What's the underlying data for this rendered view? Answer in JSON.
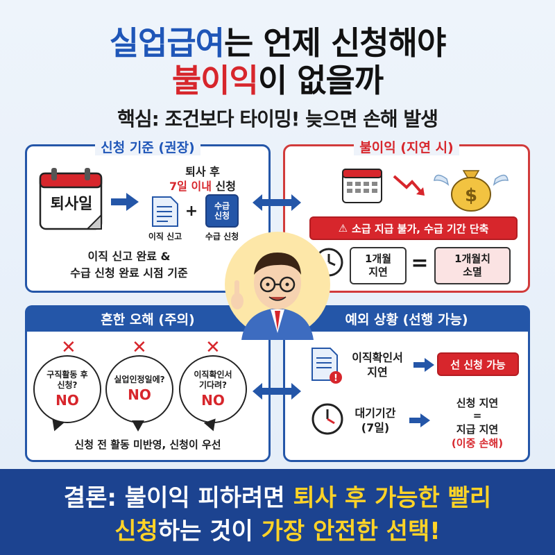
{
  "title": {
    "line1_part1": "실업급여",
    "line1_part2": "는 언제 신청해야",
    "line2_part1": "불이익",
    "line2_part2": "이 없을까",
    "subtitle": "핵심: 조건보다 타이밍! 늦으면 손해 발생"
  },
  "panel_standard": {
    "heading": "신청 기준 (권장)",
    "resign_day": "퇴사일",
    "deadline_line1": "퇴사 후",
    "deadline_highlight": "7일 이내",
    "deadline_suffix": "신청",
    "doc1_label": "이직 신고",
    "doc2_text": "수급\n신청",
    "doc2_label": "수급 신청",
    "plus": "+",
    "footer_line1": "이직 신고 완료 &",
    "footer_line2": "수급 신청 완료 시점 기준"
  },
  "panel_penalty": {
    "heading": "불이익 (지연 시)",
    "warning": "소급 지급 불가, 수급 기간 단축",
    "delay_box": "1개월\n지연",
    "equals": "=",
    "loss_box": "1개월치\n소멸",
    "money_sign": "$"
  },
  "panel_misconception": {
    "heading": "흔한 오해 (주의)",
    "bubbles": [
      {
        "text": "구직활동 후\n신청?",
        "no": "NO"
      },
      {
        "text": "실업인정일에?",
        "no": "NO"
      },
      {
        "text": "이직확인서\n기다려?",
        "no": "NO"
      }
    ],
    "footer": "신청 전 활동 미반영, 신청이 우선"
  },
  "panel_exception": {
    "heading": "예외 상황 (선행 가능)",
    "row1_label": "이직확인서\n지연",
    "row1_result": "선 신청 가능",
    "row2_label": "대기기간\n(7일)",
    "row2_result_line1": "신청 지연",
    "row2_result_eq": "=",
    "row2_result_line2": "지급 지연",
    "row2_result_note": "(이중 손해)"
  },
  "banner": {
    "line1_part1": "결론: 불이익 피하려면 ",
    "line1_part2": "퇴사 후 가능한 빨리",
    "line2_part1": "신청",
    "line2_part2": "하는 것이 ",
    "line2_part3": "가장 안전한 선택!"
  },
  "colors": {
    "primary_blue": "#2456a8",
    "accent_red": "#d7262c",
    "banner_blue": "#1c4390",
    "highlight_yellow": "#ffd327"
  },
  "icons": [
    "calendar-icon",
    "arrow-right-icon",
    "document-icon",
    "money-bag-icon",
    "clock-icon",
    "warning-icon",
    "x-mark-icon",
    "double-arrow-icon",
    "character-illustration"
  ]
}
